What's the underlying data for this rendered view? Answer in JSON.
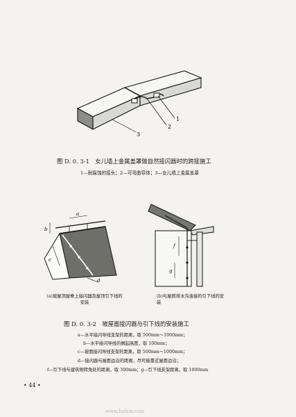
{
  "figure1": {
    "labels": [
      "1",
      "2",
      "3"
    ],
    "caption": "图 D. 0. 3-1　女儿墙上金属盖罩做自然接闪器时的跨接施工",
    "note": "1—耐腐蚀的接头；2—可弯曲导体；3—女儿墙上金属盖罩"
  },
  "figure2": {
    "left_labels": [
      "a",
      "b",
      "c",
      "d"
    ],
    "right_labels": [
      "f",
      "g"
    ],
    "subcaption_a": "(a)坡屋顶屋脊上接闪器及屋顶引下线的安装",
    "subcaption_b": "(b)与屋檐排水沟连接的引下线的安装",
    "caption": "图 D. 0. 3-2　坡屋面接闪器与引下线的安装施工",
    "notes": [
      "a—水平接闪导线支架的距离，取 500mm～1000mm；",
      "b—水平接闪导线的搁起高度，取 100mm；",
      "c—坡面接闪导线支架的距离，取 500mm～1000mm；",
      "d—接闪器与屋面边沿的距离，尽可能靠近屋面边沿；",
      "f—引下线与建筑物转角处的距离，取 300mm；g—引下线支架距离，取 1000mm"
    ]
  },
  "page_number": "• 44 •",
  "watermark": "www.bzfxw.com"
}
